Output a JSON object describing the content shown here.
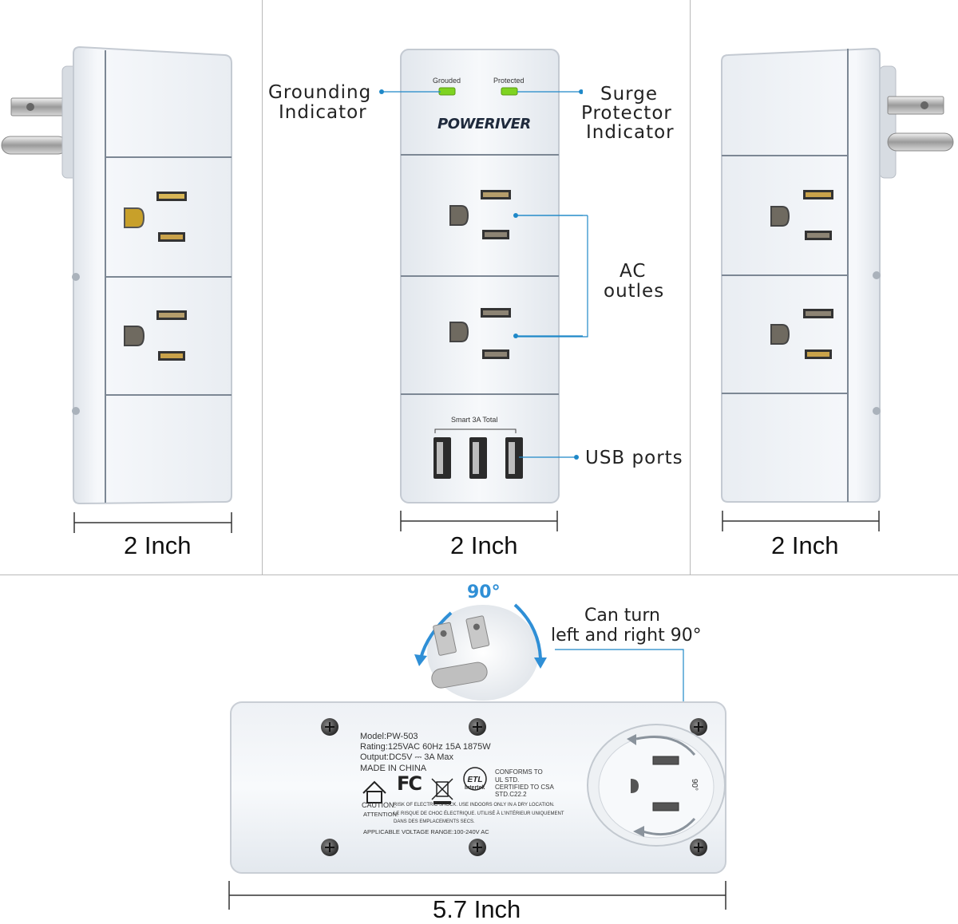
{
  "front": {
    "grounded_led_label": "Grouded",
    "protected_led_label": "Protected",
    "brand": "POWERIVER",
    "usb_caption": "Smart 3A Total"
  },
  "callouts": {
    "grounding_line1": "Grounding",
    "grounding_line2": "Indicator",
    "surge_line1": "Surge",
    "surge_line2": "Protector",
    "surge_line3": "Indicator",
    "ac_line1": "AC",
    "ac_line2": "outles",
    "usb": "USB ports",
    "turn_line1": "Can turn",
    "turn_line2": "left and right 90°",
    "rotation_angle": "90°"
  },
  "dimensions": {
    "left": "2 Inch",
    "center": "2 Inch",
    "right": "2 Inch",
    "bottom": "5.7 Inch"
  },
  "back_label": {
    "model": "Model:PW-503",
    "rating": "Rating:125VAC 60Hz 15A  1875W",
    "output": "Output:DC5V ⎓ 3A Max",
    "made_in": "MADE IN CHINA",
    "fc": "FC",
    "etl": "ETL",
    "intertek": "Intertek",
    "conforms": "CONFORMS TO",
    "ul_std": "UL STD.",
    "certified": "CERTIFIED TO CSA",
    "std": "STD.C22.2",
    "caution_head": "CAUTION:",
    "caution_text": "RISK OF ELECTRIC SHOCK. USE INDOORS ONLY IN A DRY LOCATION.",
    "attention_head": "ATTENTION:",
    "attention_text": "LE RISQUE DE CHOC ÉLECTRIQUE. UTILISÉ À L'INTÉRIEUR UNIQUEMENT",
    "attention_text2": "DANS DES EMPLACEMENTS SECS.",
    "voltage_range": "APPLICABLE VOLTAGE RANGE:100-240V AC",
    "plug_angle": "90°"
  },
  "colors": {
    "led_green": "#7ed321",
    "callout_blue": "#1e88c8",
    "arrow_blue": "#2f8fd6",
    "body_white": "#f4f6f9"
  }
}
